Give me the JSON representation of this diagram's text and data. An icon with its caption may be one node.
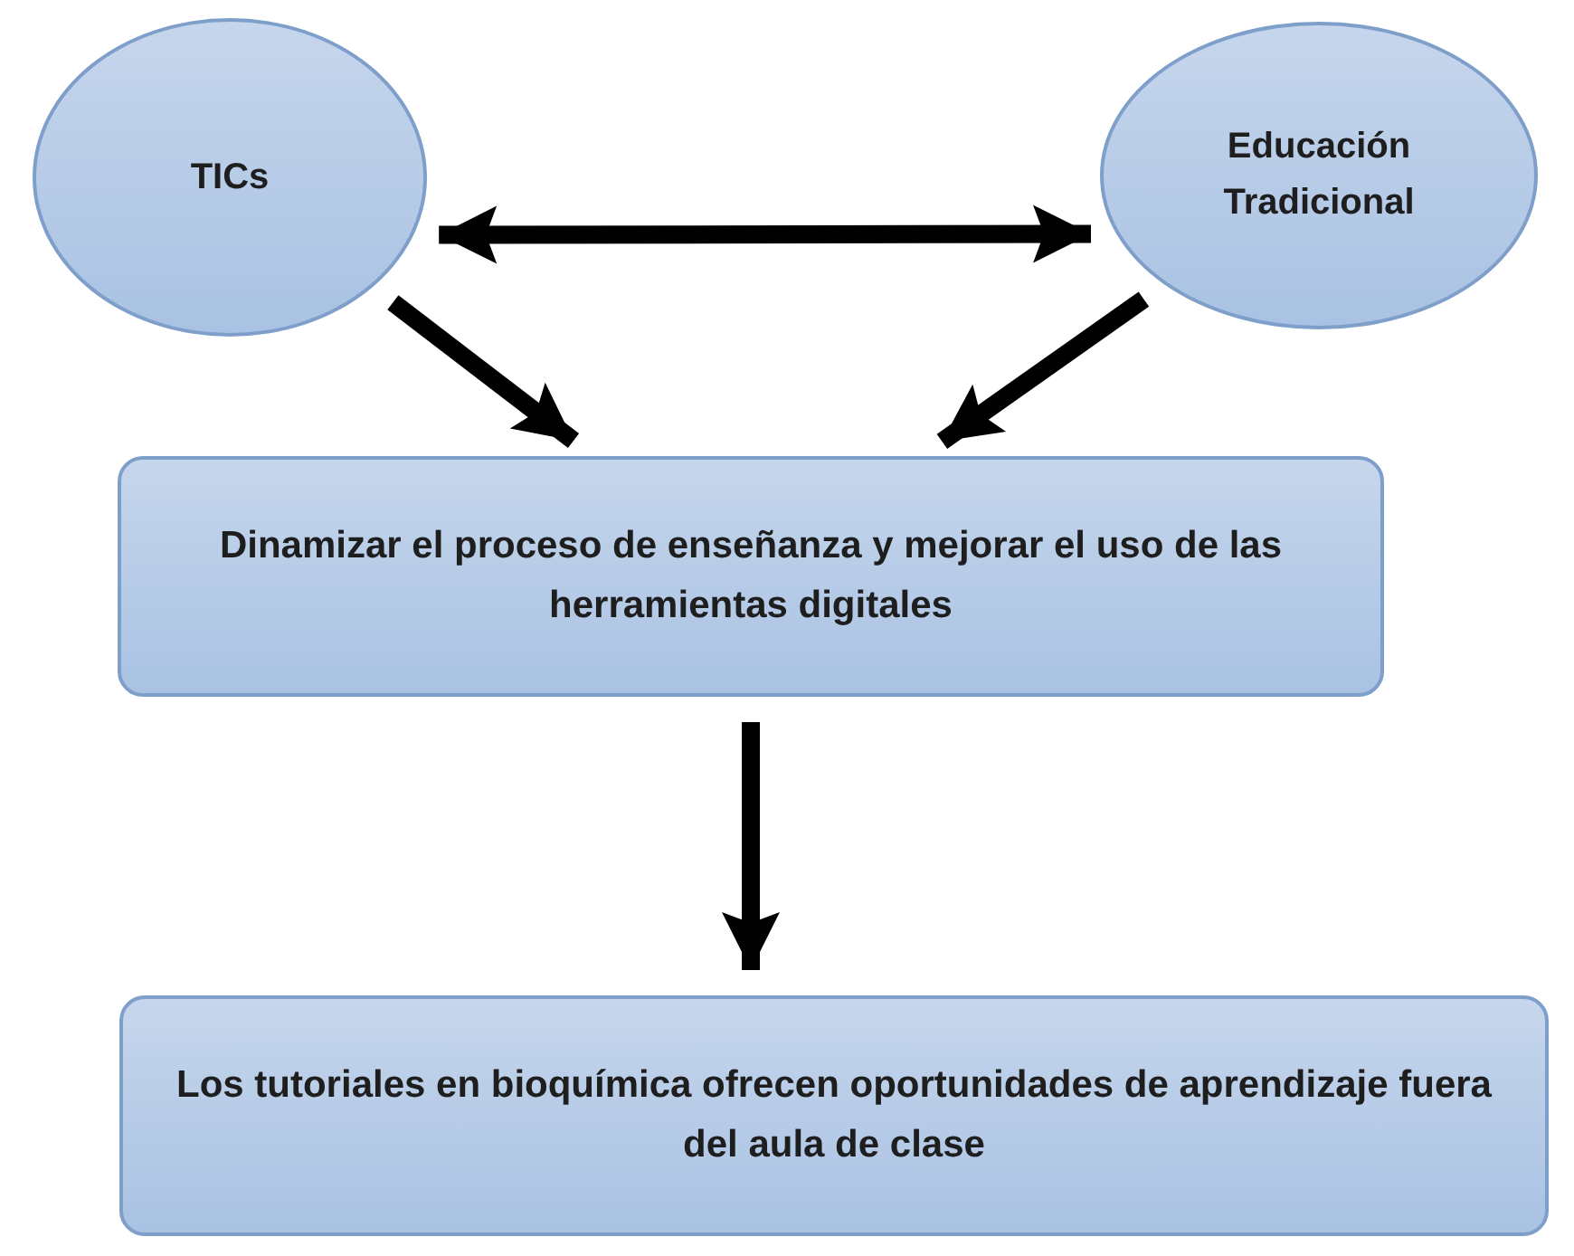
{
  "diagram": {
    "nodes": [
      {
        "text": [
          "TICs"
        ]
      },
      {
        "text": [
          "Educación Tradicional"
        ]
      },
      {
        "text": [
          "Dinamizar el proceso de enseñanza y mejorar el uso de las herramientas  digitales"
        ]
      },
      {
        "text": [
          "Los tutoriales en bioquímica ofrecen oportunidades de aprendizaje fuera del aula de clase"
        ]
      }
    ],
    "edges": [
      {
        "from": 0,
        "to": 1,
        "arrow": "both"
      },
      {
        "from": 0,
        "to": 2,
        "arrow": "to"
      },
      {
        "from": 1,
        "to": 2,
        "arrow": "to"
      },
      {
        "from": 2,
        "to": 3,
        "arrow": "to"
      }
    ]
  }
}
